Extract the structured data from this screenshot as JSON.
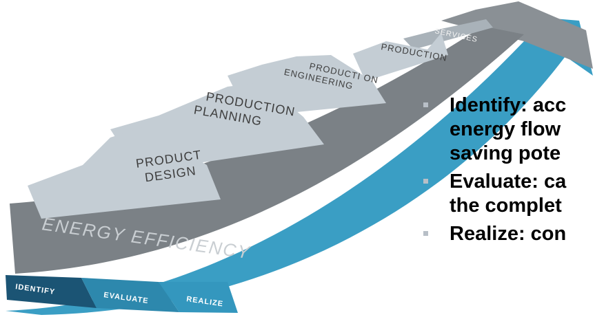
{
  "diagram": {
    "stages": [
      {
        "id": "product-design",
        "lines": [
          "PRODUCT",
          "DESIGN"
        ]
      },
      {
        "id": "production-planning",
        "lines": [
          "PRODUCTION",
          "PLANNING"
        ]
      },
      {
        "id": "production-engineering",
        "lines": [
          "PRODUCTI ON",
          "ENGINEERING"
        ]
      },
      {
        "id": "production",
        "lines": [
          "PRODUCTION"
        ]
      },
      {
        "id": "services",
        "lines": [
          "SERVICES"
        ]
      }
    ],
    "base_label": "ENERGY EFFICIENCY",
    "phases": [
      "IDENTIFY",
      "EVALUATE",
      "REALIZE"
    ],
    "colors": {
      "stage_fill": "#c4cdd4",
      "base_fill": "#7b8186",
      "arrow_teal": "#3a9ec4",
      "identify": "#1b5474",
      "evaluate": "#2d88ad",
      "realize": "#3497be"
    }
  },
  "bullets": [
    {
      "lines": [
        "Identify: acc",
        "energy flow",
        "saving pote"
      ]
    },
    {
      "lines": [
        "Evaluate: ca",
        "the complet"
      ]
    },
    {
      "lines": [
        "Realize: con"
      ]
    }
  ]
}
